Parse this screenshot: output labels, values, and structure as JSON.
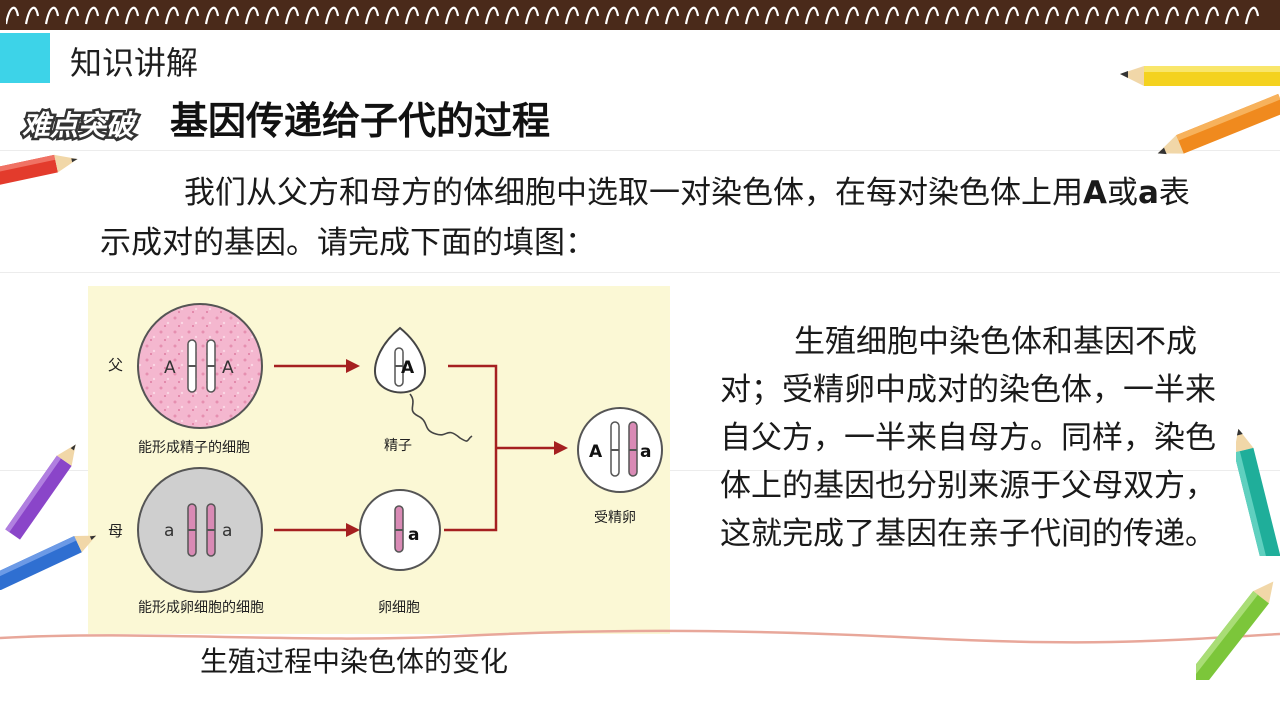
{
  "header": {
    "section_title": "知识讲解",
    "badge": "难点突破",
    "title": "基因传递给子代的过程"
  },
  "intro": {
    "part1": "我们从父方和母方的体细胞中选取一对染色体，在每对染色体上用",
    "gene_dominant": "A",
    "conj": "或",
    "gene_recessive": "a",
    "part2": "表示成对的基因。请完成下面的填图："
  },
  "figure": {
    "father_label": "父",
    "mother_label": "母",
    "father_cell_label": "能形成精子的细胞",
    "mother_cell_label": "能形成卵细胞的细胞",
    "sperm_label": "精子",
    "egg_label": "卵细胞",
    "zygote_label": "受精卵",
    "father_genes": [
      "A",
      "A"
    ],
    "mother_genes": [
      "a",
      "a"
    ],
    "sperm_gene": "A",
    "egg_gene": "a",
    "zygote_genes": [
      "A",
      "a"
    ],
    "caption": "生殖过程中染色体的变化"
  },
  "explanation": {
    "text": "生殖细胞中染色体和基因不成对；受精卵中成对的染色体，一半来自父方，一半来自母方。同样，染色体上的基因也分别来源于父母双方，这就完成了基因在亲子代间的传递。"
  },
  "colors": {
    "accent": "#3dd3e8",
    "binding": "#4a2a1a",
    "figure_bg": "#fbf8d5",
    "arrow": "#a52020",
    "chromosome": "#b24a86"
  },
  "icons": [
    "spiral-binding-icon",
    "pencil-icon"
  ]
}
